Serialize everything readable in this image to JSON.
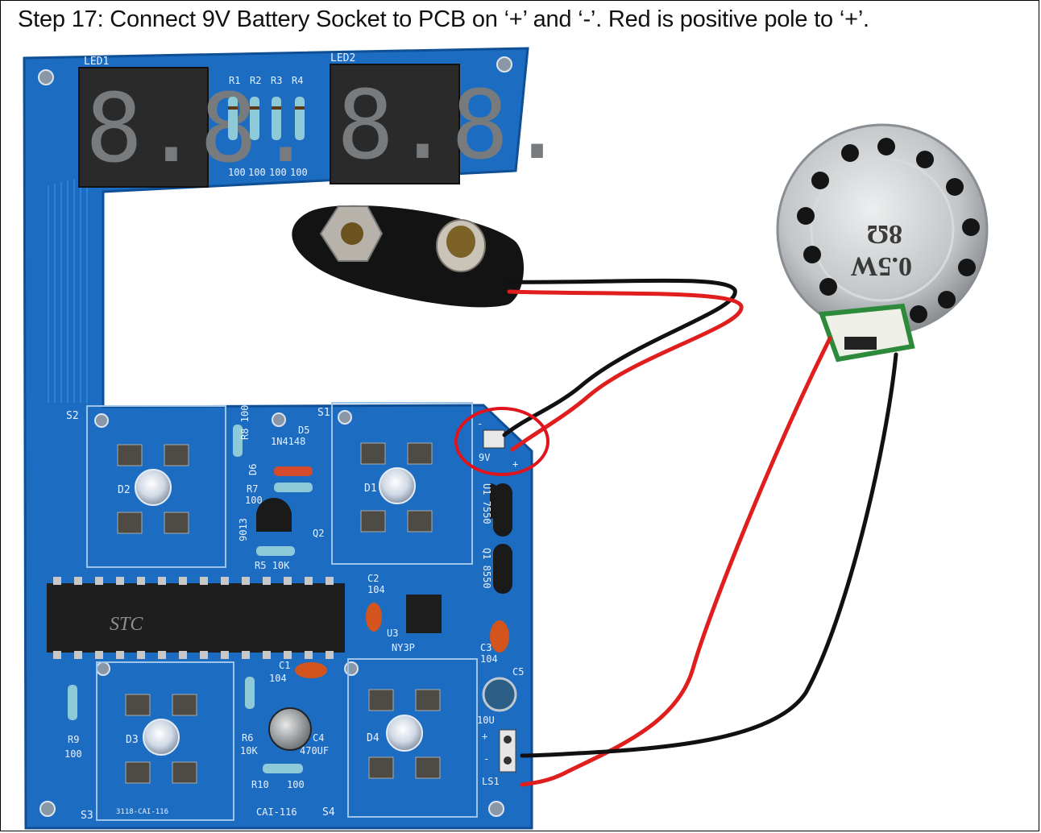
{
  "caption": "Step 17: Connect 9V Battery Socket to PCB on ‘+’ and ‘-’. Red is positive pole to ‘+’.",
  "colors": {
    "pcb": "#1d6fc4",
    "pcb_dark": "#155aa6",
    "wire_red": "#e01e1e",
    "wire_black": "#141414",
    "highlight": "#e0141c",
    "speaker": "#c9cbcc"
  },
  "board": {
    "led1": "LED1",
    "led2": "LED2",
    "display_digits": "8.8.",
    "r_labels": [
      "R1",
      "R2",
      "R3",
      "R4"
    ],
    "r_values": [
      "100",
      "100",
      "100",
      "100"
    ],
    "switches": [
      "S1",
      "S2",
      "S3",
      "S4"
    ],
    "leds": [
      "D1",
      "D2",
      "D3",
      "D4"
    ],
    "r8": "R8 100",
    "d5": "D5",
    "d5_part": "1N4148",
    "d6": "D6",
    "r7": "R7",
    "r7_val": "100",
    "q_9013": "9013",
    "q2": "Q2",
    "r5": "R5 10K",
    "u1": "U1 7550",
    "q1": "Q1 8550",
    "c2": "C2",
    "c2_val": "104",
    "u3": "U3",
    "u3_part": "NY3P",
    "c3": "C3",
    "c3_val": "104",
    "c1": "C1",
    "c1_val": "104",
    "c5": "C5",
    "c5_val": "10U",
    "r9": "R9",
    "r9_val": "100",
    "r6": "R6",
    "r6_val": "10K",
    "c4": "C4",
    "c4_val": "470UF",
    "r10": "R10",
    "r10_val": "100",
    "chip": "STC",
    "board_code": "3118-CAI-116",
    "board_code2": "CAI-116",
    "ls1": "LS1",
    "plus": "+",
    "minus": "-",
    "nine_v": "9V"
  },
  "speaker": {
    "line1": "0.5W",
    "line2": "8Ω"
  }
}
